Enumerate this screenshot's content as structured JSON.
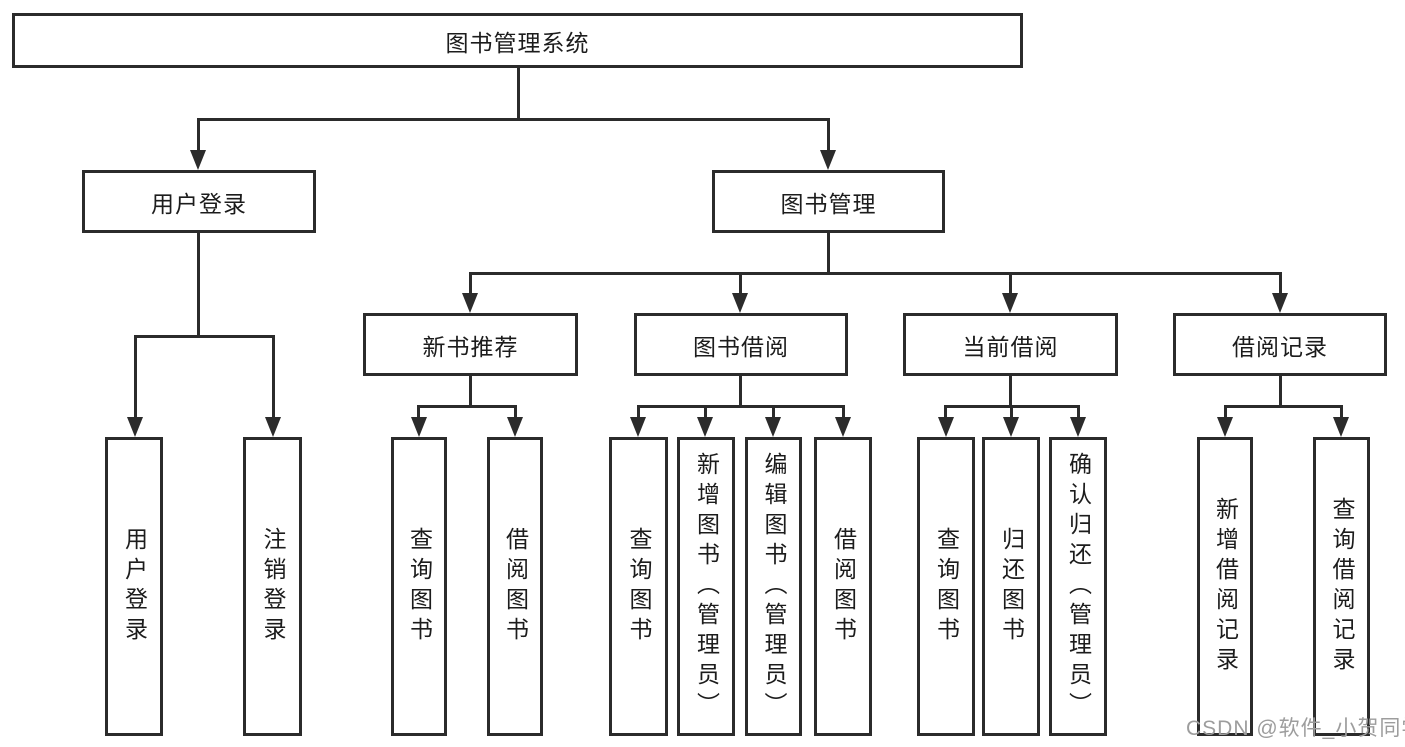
{
  "diagram": {
    "root": {
      "label": "图书管理系统"
    },
    "branches": [
      {
        "label": "用户登录",
        "children": [
          {
            "label": "用户登录"
          },
          {
            "label": "注销登录"
          }
        ]
      },
      {
        "label": "图书管理",
        "children": [
          {
            "label": "新书推荐",
            "children": [
              {
                "label": "查询图书"
              },
              {
                "label": "借阅图书"
              }
            ]
          },
          {
            "label": "图书借阅",
            "children": [
              {
                "label": "查询图书"
              },
              {
                "label": "新增图书（管理员）"
              },
              {
                "label": "编辑图书（管理员）"
              },
              {
                "label": "借阅图书"
              }
            ]
          },
          {
            "label": "当前借阅",
            "children": [
              {
                "label": "查询图书"
              },
              {
                "label": "归还图书"
              },
              {
                "label": "确认归还（管理员）"
              }
            ]
          },
          {
            "label": "借阅记录",
            "children": [
              {
                "label": "新增借阅记录"
              },
              {
                "label": "查询借阅记录"
              }
            ]
          }
        ]
      }
    ],
    "watermark": "CSDN @软件_小贺同学",
    "colors": {
      "line": "#2b2b2b",
      "box_border": "#2b2b2b",
      "text": "#1c1c1c",
      "watermark": "#9d9d9d",
      "background": "#ffffff"
    }
  }
}
